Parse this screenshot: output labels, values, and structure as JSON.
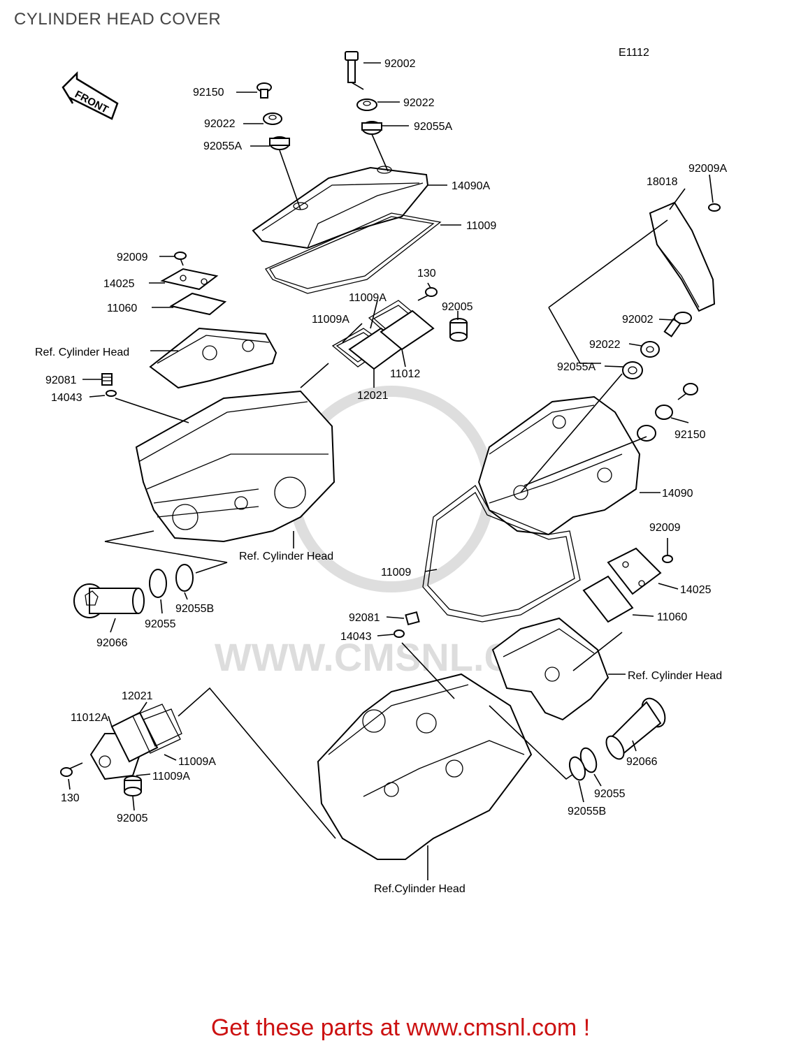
{
  "title": "CYLINDER HEAD COVER",
  "diagram_code": "E1112",
  "front_label": "FRONT",
  "watermark": "WWW.CMSNL.COM",
  "footer": "Get these parts at www.cmsnl.com !",
  "labels": {
    "p92002_top": "92002",
    "p92150_top": "92150",
    "p92022_top_l": "92022",
    "p92022_top_r": "92022",
    "p92055A_top_l": "92055A",
    "p92055A_top_r": "92055A",
    "p14090A": "14090A",
    "p11009_top": "11009",
    "p92009A": "92009A",
    "p18018": "18018",
    "p92009_top": "92009",
    "p14025_top": "14025",
    "p11060_top": "11060",
    "p130_top": "130",
    "p11009A_a": "11009A",
    "p11009A_b": "11009A",
    "p92005_top": "92005",
    "p11012": "11012",
    "p12021_top": "12021",
    "ref_cyl_head_1": "Ref. Cylinder Head",
    "p92081_top": "92081",
    "p14043_top": "14043",
    "p92002_r": "92002",
    "p92022_r": "92022",
    "p92055A_r": "92055A",
    "p92150_r": "92150",
    "p14090": "14090",
    "ref_cyl_head_2": "Ref. Cylinder Head",
    "p11009_mid": "11009",
    "p92009_r": "92009",
    "p14025_r": "14025",
    "p11060_r": "11060",
    "p92081_mid": "92081",
    "p14043_mid": "14043",
    "ref_cyl_head_3": "Ref. Cylinder Head",
    "p92066_l": "92066",
    "p92055_l": "92055",
    "p92055B_l": "92055B",
    "p12021_bl": "12021",
    "p11012A": "11012A",
    "p11009A_c": "11009A",
    "p11009A_d": "11009A",
    "p130_bl": "130",
    "p92005_bl": "92005",
    "p92066_r": "92066",
    "p92055_r": "92055",
    "p92055B_r": "92055B",
    "ref_cyl_head_4": "Ref.Cylinder Head"
  }
}
